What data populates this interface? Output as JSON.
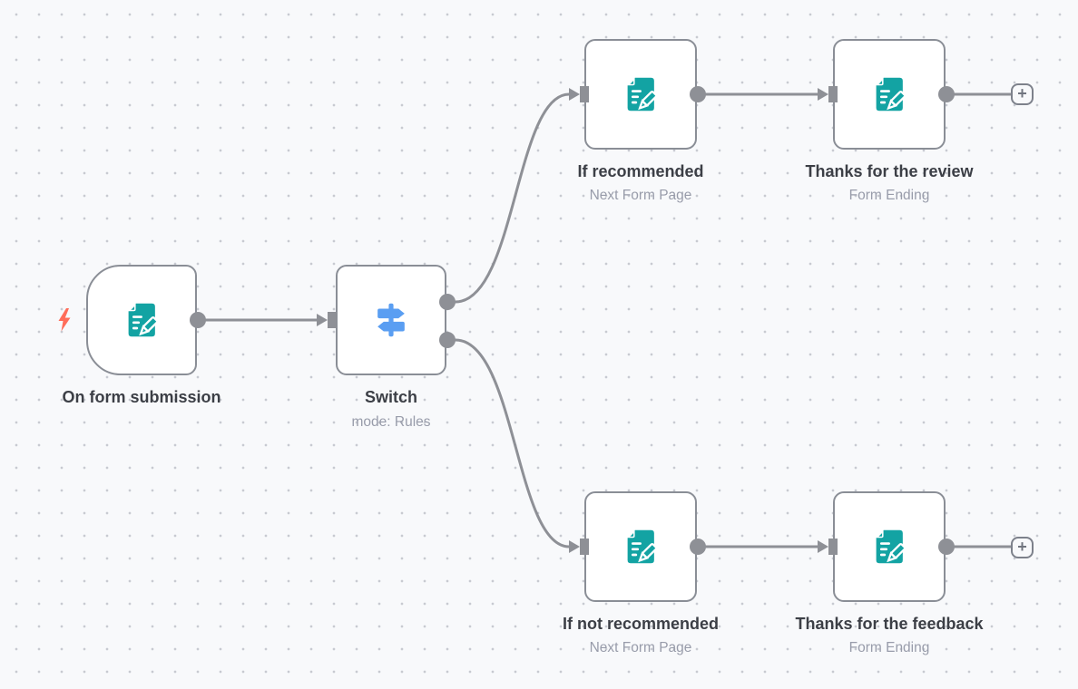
{
  "colors": {
    "canvas_bg": "#f8f9fb",
    "grid_dot": "#c8cad1",
    "wire": "#8e9096",
    "node_border": "#8a8e96",
    "node_bg": "#ffffff",
    "label_text": "#3c3f46",
    "subtitle_text": "#989caa",
    "form_icon": "#13a3a3",
    "switch_icon": "#5a9ef2",
    "trigger_bolt": "#ff6d5a"
  },
  "nodes": {
    "trigger": {
      "label": "On form submission",
      "icon": "form-pencil-icon",
      "shape": "trigger-rounded-left"
    },
    "switch": {
      "label": "Switch",
      "subtitle": "mode: Rules",
      "icon": "signpost-icon"
    },
    "if_recommended": {
      "label": "If recommended",
      "subtitle": "Next Form Page",
      "icon": "form-pencil-icon"
    },
    "thanks_review": {
      "label": "Thanks for the review",
      "subtitle": "Form Ending",
      "icon": "form-pencil-icon"
    },
    "if_not_recommended": {
      "label": "If not recommended",
      "subtitle": "Next Form Page",
      "icon": "form-pencil-icon"
    },
    "thanks_feedback": {
      "label": "Thanks for the feedback",
      "subtitle": "Form Ending",
      "icon": "form-pencil-icon"
    }
  },
  "connections": [
    {
      "from": "trigger",
      "to": "switch"
    },
    {
      "from": "switch",
      "output": 0,
      "to": "if_recommended"
    },
    {
      "from": "switch",
      "output": 1,
      "to": "if_not_recommended"
    },
    {
      "from": "if_recommended",
      "to": "thanks_review"
    },
    {
      "from": "if_not_recommended",
      "to": "thanks_feedback"
    },
    {
      "from": "thanks_review",
      "to": "add_node_button_top"
    },
    {
      "from": "thanks_feedback",
      "to": "add_node_button_bottom"
    }
  ],
  "add_button": {
    "glyph": "+"
  }
}
